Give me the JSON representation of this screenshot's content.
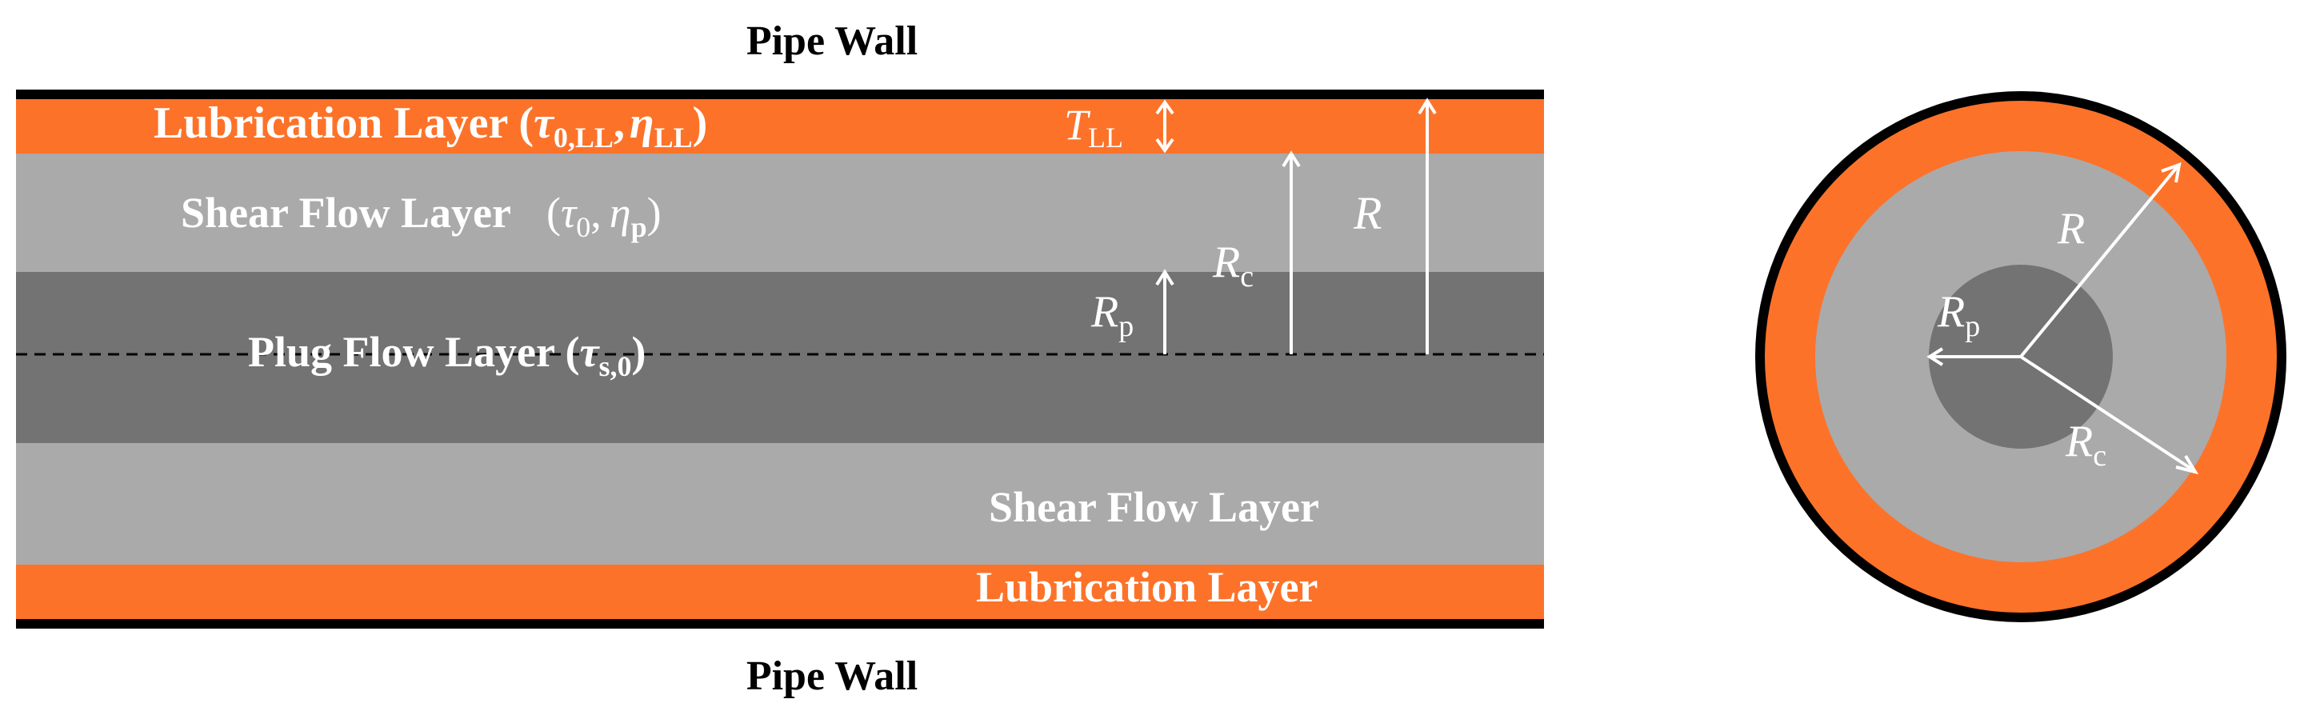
{
  "colors": {
    "wall": "#000000",
    "lubrication": "#fd7229",
    "shear": "#aaaaaa",
    "plug": "#737373",
    "arrow": "#ffffff",
    "label_dark": "#000000",
    "label_light": "#ffffff"
  },
  "labels": {
    "pipe_wall_top": "Pipe Wall",
    "pipe_wall_bottom": "Pipe Wall",
    "lubrication_top": "Lubrication Layer (",
    "lubrication_top_close": ")",
    "shear_top": "Shear Flow Layer",
    "shear_top_close": ")",
    "plug": "Plug Flow Layer (",
    "plug_close": ")",
    "shear_bottom": "Shear Flow Layer",
    "lubrication_bottom": "Lubrication Layer"
  },
  "symbols": {
    "tau": "τ",
    "eta": "η",
    "R": "R",
    "T": "T",
    "sub_0LL": "0,LL",
    "sub_LL": "LL",
    "sub_0": "0",
    "sub_p": "p",
    "sub_s0": "s,0",
    "sub_c": "c",
    "comma": ",",
    "open_paren": "("
  }
}
